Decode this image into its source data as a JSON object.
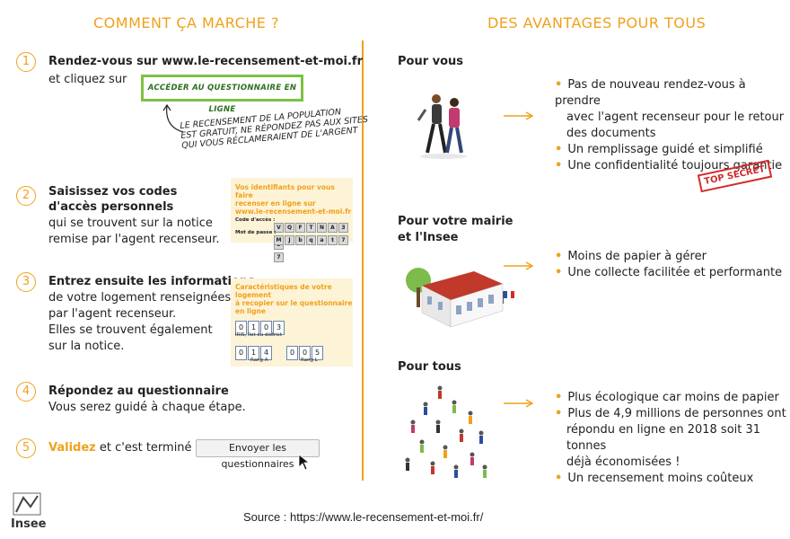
{
  "headers": {
    "left": "COMMENT ÇA MARCHE ?",
    "right": "DES AVANTAGES POUR TOUS"
  },
  "steps": {
    "s1": {
      "num": "1",
      "line1": "Rendez-vous sur www.le-recensement-et-moi.fr",
      "line2": "et cliquez sur",
      "button": "ACCÉDER AU QUESTIONNAIRE EN LIGNE",
      "note1": "LE RECENSEMENT DE LA POPULATION",
      "note2": "EST GRATUIT, NE RÉPONDEZ PAS AUX SITES",
      "note3": "QUI VOUS RÉCLAMERAIENT DE L'ARGENT"
    },
    "s2": {
      "num": "2",
      "title1": "Saisissez vos codes",
      "title2": "d'accès personnels",
      "text1": "qui se trouvent sur la notice",
      "text2": "remise par l'agent recenseur.",
      "card_title1": "Vos identifiants pour vous faire",
      "card_title2": "recenser en ligne sur",
      "card_title3": "www.le-recensement-et-moi.fr",
      "code_label": "Code d'accès :",
      "pass_label": "Mot de passe :",
      "code_chars": [
        "V",
        "Q",
        "F",
        "T",
        "N",
        "A",
        "3",
        "3"
      ],
      "pass_chars": [
        "M",
        "J",
        "b",
        "q",
        "a",
        "t",
        "7",
        "7"
      ]
    },
    "s3": {
      "num": "3",
      "title": "Entrez ensuite les informations",
      "text1": "de votre logement renseignées",
      "text2": "par l'agent recenseur.",
      "text3": "Elles se trouvent également",
      "text4": "sur la notice.",
      "card_title1": "Caractéristiques de votre logement",
      "card_title2": "à recopier sur le questionnaire",
      "card_title3": "en ligne",
      "iris_digits": [
        "0",
        "1",
        "0",
        "3"
      ],
      "iris_label": "IRIS, îlot ou district",
      "rang_a_digits": [
        "0",
        "1",
        "4"
      ],
      "rang_l_digits": [
        "0",
        "0",
        "5"
      ],
      "rang_a_label": "Rang A",
      "rang_l_label": "Rang L"
    },
    "s4": {
      "num": "4",
      "title": "Répondez au questionnaire",
      "text": "Vous serez guidé à chaque étape."
    },
    "s5": {
      "num": "5",
      "title": "Validez",
      "text": "et c'est terminé !",
      "button": "Envoyer les questionnaires"
    }
  },
  "advantages": {
    "vous": {
      "title": "Pour vous",
      "bullets": [
        "Pas de nouveau rendez-vous à prendre",
        "avec l'agent recenseur pour le retour",
        "des documents",
        "Un remplissage guidé et simplifié",
        "Une confidentialité toujours garantie"
      ],
      "stamp": "TOP SECRET"
    },
    "mairie": {
      "title1": "Pour votre mairie",
      "title2": "et l'Insee",
      "bullets": [
        "Moins de papier à gérer",
        "Une collecte facilitée et performante"
      ]
    },
    "tous": {
      "title": "Pour tous",
      "bullets": [
        "Plus écologique car moins de papier",
        "Plus de 4,9 millions de personnes ont",
        "répondu en ligne en 2018 soit 31 tonnes",
        "déjà économisées !",
        "Un recensement moins coûteux"
      ]
    }
  },
  "source": "Source : https://www.le-recensement-et-moi.fr/",
  "logo": "Insee",
  "colors": {
    "accent": "#f0a11a",
    "green": "#7cc242",
    "stamp": "#d42a2a"
  }
}
